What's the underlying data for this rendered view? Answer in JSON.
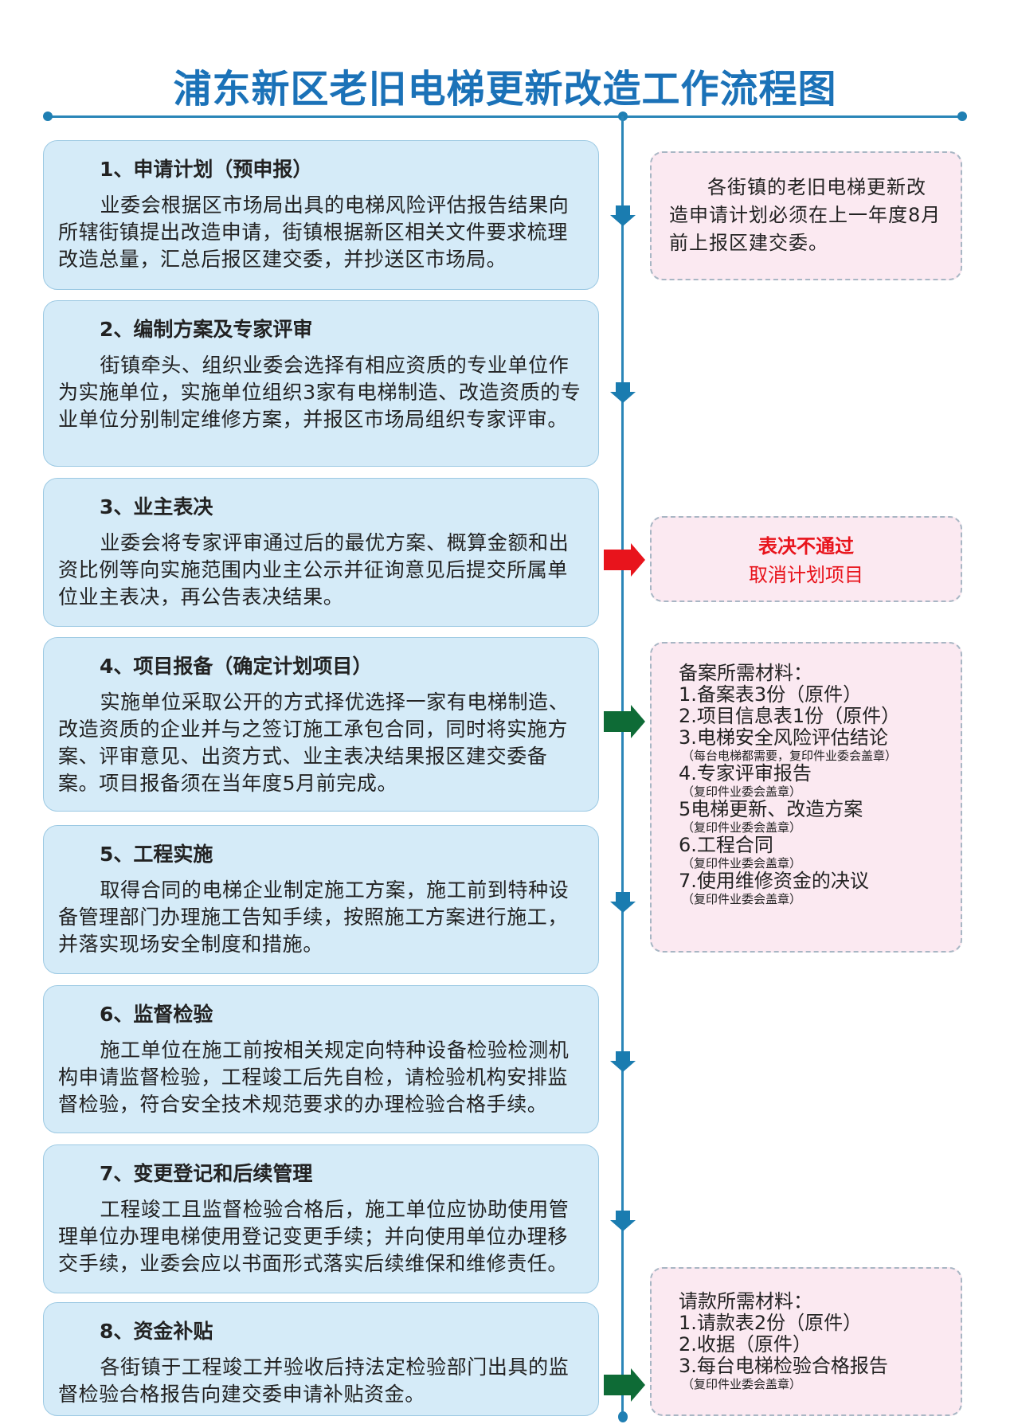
{
  "title": "浦东新区老旧电梯更新改造工作流程图",
  "steps": [
    {
      "heading": "1、申请计划（预申报）",
      "text": "业委会根据区市场局出具的电梯风险评估报告结果向所辖街镇提出改造申请，街镇根据新区相关文件要求梳理改造总量，汇总后报区建交委，并抄送区市场局。"
    },
    {
      "heading": "2、编制方案及专家评审",
      "text": "街镇牵头、组织业委会选择有相应资质的专业单位作为实施单位，实施单位组织3家有电梯制造、改造资质的专业单位分别制定维修方案，并报区市场局组织专家评审。"
    },
    {
      "heading": "3、业主表决",
      "text": "业委会将专家评审通过后的最优方案、概算金额和出资比例等向实施范围内业主公示并征询意见后提交所属单位业主表决，再公告表决结果。"
    },
    {
      "heading": "4、项目报备（确定计划项目）",
      "text": "实施单位采取公开的方式择优选择一家有电梯制造、改造资质的企业并与之签订施工承包合同，同时将实施方案、评审意见、出资方式、业主表决结果报区建交委备案。项目报备须在当年度5月前完成。"
    },
    {
      "heading": "5、工程实施",
      "text": "取得合同的电梯企业制定施工方案，施工前到特种设备管理部门办理施工告知手续，按照施工方案进行施工，并落实现场安全制度和措施。"
    },
    {
      "heading": "6、监督检验",
      "text": "施工单位在施工前按相关规定向特种设备检验检测机构申请监督检验，工程竣工后先自检，请检验机构安排监督检验，符合安全技术规范要求的办理检验合格手续。"
    },
    {
      "heading": "7、变更登记和后续管理",
      "text": "工程竣工且监督检验合格后，施工单位应协助使用管理单位办理电梯使用登记变更手续；并向使用单位办理移交手续，业委会应以书面形式落实后续维保和维修责任。"
    },
    {
      "heading": "8、资金补贴",
      "text": "各街镇于工程竣工并验收后持法定检验部门出具的监督检验合格报告向建交委申请补贴资金。"
    }
  ],
  "notes": {
    "deadline": "各街镇的老旧电梯更新改造申请计划必须在上一年度8月前上报区建交委。",
    "reject_title": "表决不通过",
    "reject_text": "取消计划项目",
    "filing": {
      "title": "备案所需材料：",
      "items": [
        {
          "text": "1.备案表3份（原件）",
          "sub": ""
        },
        {
          "text": "2.项目信息表1份（原件）",
          "sub": ""
        },
        {
          "text": "3.电梯安全风险评估结论",
          "sub": "（每台电梯都需要，复印件业委会盖章）"
        },
        {
          "text": "4.专家评审报告",
          "sub": "（复印件业委会盖章）"
        },
        {
          "text": "5电梯更新、改造方案",
          "sub": "（复印件业委会盖章）"
        },
        {
          "text": "6.工程合同",
          "sub": "（复印件业委会盖章）"
        },
        {
          "text": "7.使用维修资金的决议",
          "sub": "（复印件业委会盖章）"
        }
      ]
    },
    "payment": {
      "title": "请款所需材料：",
      "items": [
        {
          "text": "1.请款表2份（原件）",
          "sub": ""
        },
        {
          "text": "2.收据（原件）",
          "sub": ""
        },
        {
          "text": "3.每台电梯检验合格报告",
          "sub": "（复印件业委会盖章）"
        }
      ]
    }
  },
  "colors": {
    "primary": "#1b72b8",
    "box": "#d5ebf8",
    "note": "#fbe9f1",
    "red": "#e8141c",
    "green": "#0e6b36"
  }
}
